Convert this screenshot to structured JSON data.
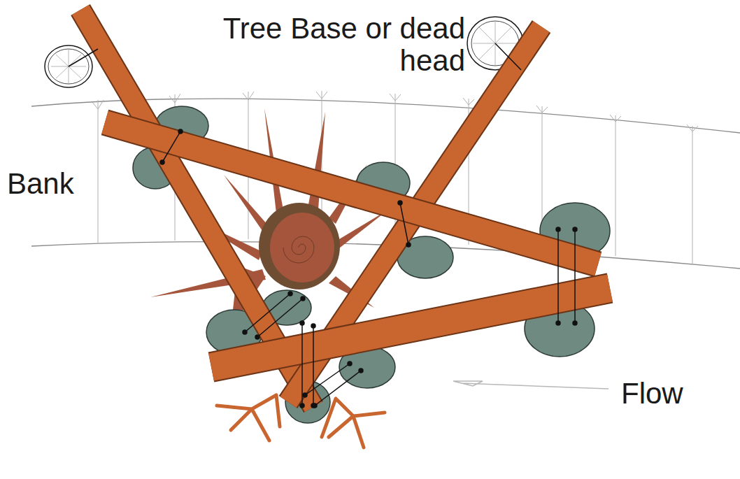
{
  "diagram": {
    "labels": [
      "Tree Base or dead head",
      "Bank",
      "Flow"
    ]
  }
}
